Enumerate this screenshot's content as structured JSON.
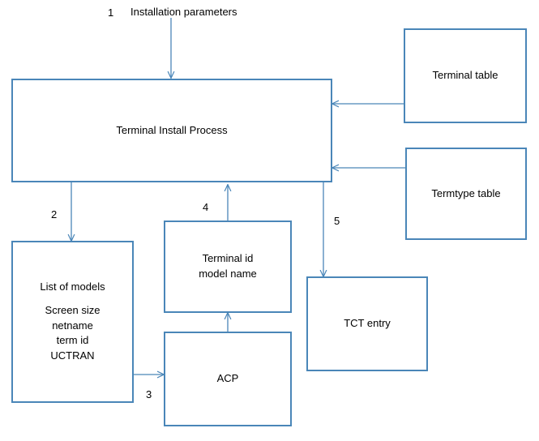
{
  "diagram": {
    "title_label": "Installation parameters",
    "numbers": [
      {
        "id": "1",
        "text": "1"
      },
      {
        "id": "2",
        "text": "2"
      },
      {
        "id": "3",
        "text": "3"
      },
      {
        "id": "4",
        "text": "4"
      },
      {
        "id": "5",
        "text": "5"
      }
    ],
    "boxes": [
      {
        "id": "terminal-install-process",
        "lines": [
          "Terminal Install Process"
        ]
      },
      {
        "id": "terminal-table",
        "lines": [
          "Terminal table"
        ]
      },
      {
        "id": "termtype-table",
        "lines": [
          "Termtype table"
        ]
      },
      {
        "id": "list-of-models",
        "lines": [
          "List of models",
          "Screen size",
          "netname",
          "term id",
          "UCTRAN"
        ]
      },
      {
        "id": "terminal-id-model-name",
        "lines": [
          "Terminal id",
          "model name"
        ]
      },
      {
        "id": "acp",
        "lines": [
          "ACP"
        ]
      },
      {
        "id": "tct-entry",
        "lines": [
          "TCT entry"
        ]
      }
    ],
    "colors": {
      "box_border": "#4a86b8",
      "arrow": "#4a86b8",
      "text": "#000000",
      "background": "#ffffff"
    }
  }
}
